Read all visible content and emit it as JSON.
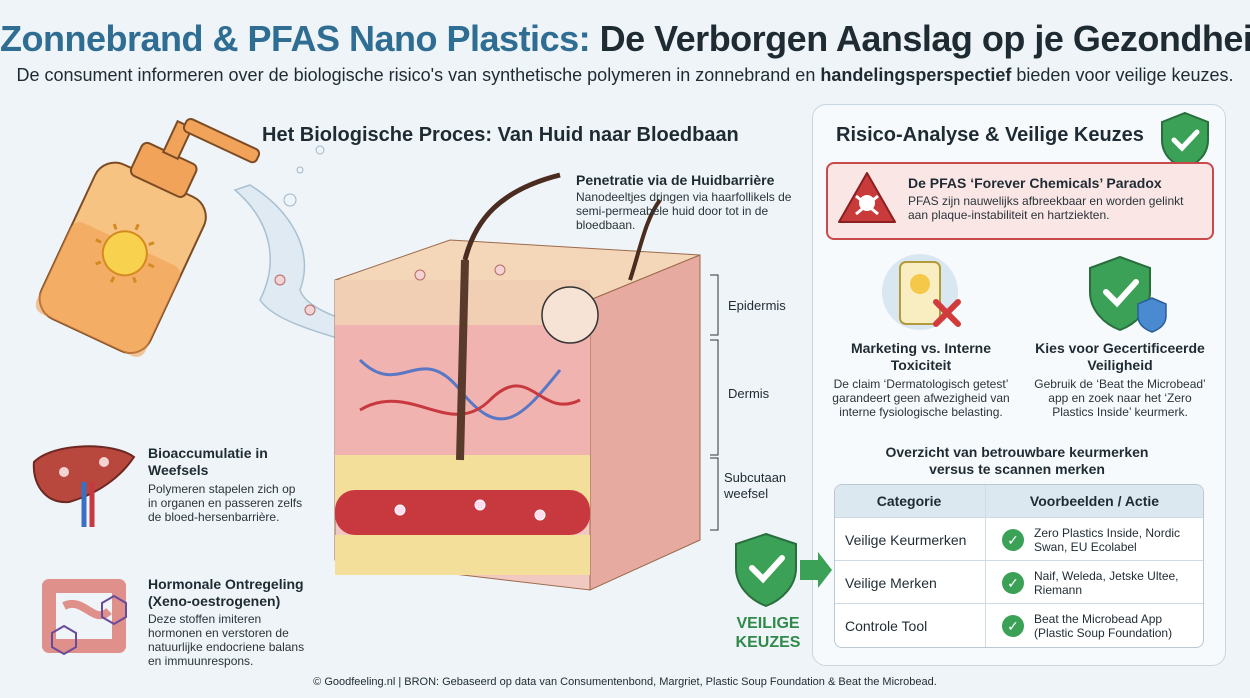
{
  "header": {
    "title_part1": "Zonnebrand & PFAS Nano Plastics:",
    "title_part2": "De Verborgen Aanslag op je Gezondheid",
    "subtitle_before": "De consument informeren over de biologische risico's van synthetische polymeren in zonnebrand en ",
    "subtitle_bold": "handelingsperspectief",
    "subtitle_after": " bieden voor veilige keuzes."
  },
  "process": {
    "title": "Het Biologische Proces: Van Huid naar Bloedbaan",
    "penetration_title": "Penetratie via de Huidbarrière",
    "penetration_text": "Nanodeeltjes dringen via haarfollikels de semi-permeabele huid door tot in de bloedbaan.",
    "layers": {
      "epidermis": "Epidermis",
      "dermis": "Dermis",
      "subcutis_1": "Subcutaan",
      "subcutis_2": "weefsel"
    },
    "bioaccumulation_title": "Bioaccumulatie in Weefsels",
    "bioaccumulation_text": "Polymeren stapelen zich op in organen en passeren zelfs de bloed-hersenbarrière.",
    "hormonal_title": "Hormonale Ontregeling (Xeno-oestrogenen)",
    "hormonal_text": "Deze stoffen imiteren hormonen en verstoren de natuurlijke endocriene balans en immuunrespons."
  },
  "risk": {
    "title": "Risico-Analyse & Veilige Keuzes",
    "pfas_title": "De PFAS ‘Forever Chemicals’ Paradox",
    "pfas_text": "PFAS zijn nauwelijks afbreekbaar en worden gelinkt aan plaque-instabiliteit en hartziekten.",
    "marketing_title": "Marketing vs. Interne Toxiciteit",
    "marketing_text": "De claim ‘Dermatologisch getest’ garandeert geen afwezigheid van interne fysiologische belasting.",
    "certified_title": "Kies voor Gecertificeerde Veiligheid",
    "certified_text": "Gebruik de ‘Beat the Microbead’ app en zoek naar het ‘Zero Plastics Inside’ keurmerk.",
    "overview_title": "Overzicht van betrouwbare keurmerken versus te scannen merken",
    "table": {
      "headers": [
        "Categorie",
        "Voorbeelden / Actie"
      ],
      "rows": [
        {
          "category": "Veilige Keurmerken",
          "examples": "Zero Plastics Inside, Nordic Swan, EU Ecolabel"
        },
        {
          "category": "Veilige Merken",
          "examples": "Naif, Weleda, Jetske Ultee, Riemann"
        },
        {
          "category": "Controle Tool",
          "examples": "Beat the Microbead App (Plastic Soup Foundation)"
        }
      ]
    },
    "safe_label_1": "VEILIGE",
    "safe_label_2": "KEUZES"
  },
  "footer": "© Goodfeeling.nl  | BRON: Gebaseerd op data van Consumentenbond, Margriet, Plastic Soup Foundation & Beat the Microbead.",
  "colors": {
    "title_blue": "#2f6d92",
    "alert_red": "#c94a4a",
    "safe_green": "#3aa157"
  }
}
